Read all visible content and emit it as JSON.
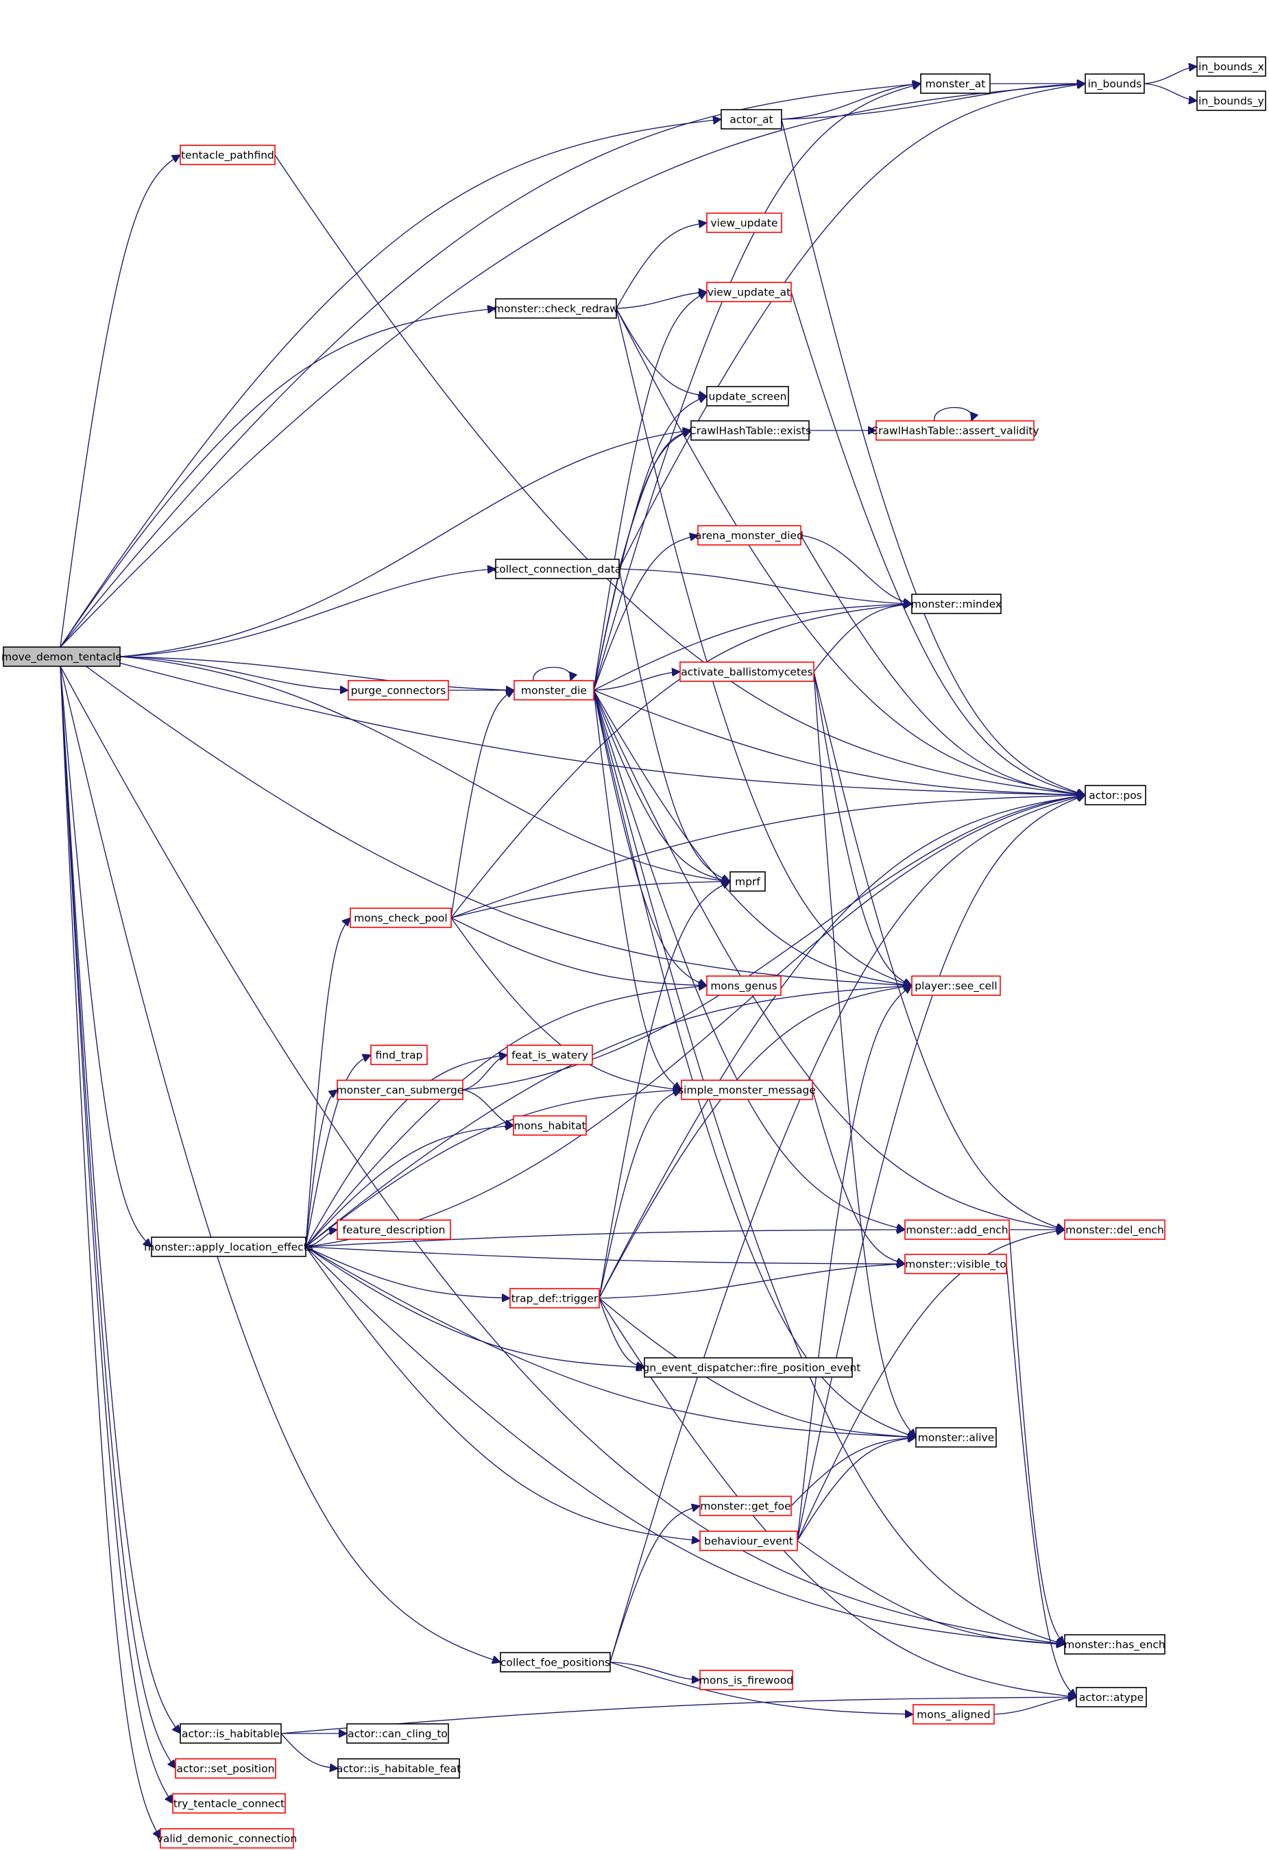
{
  "nodes": [
    {
      "id": "move_demon_tentacle",
      "label": "move_demon_tentacle",
      "border": "black",
      "fill": "#bfbfbf"
    },
    {
      "id": "in_bounds_x",
      "label": "in_bounds_x",
      "border": "black"
    },
    {
      "id": "in_bounds_y",
      "label": "in_bounds_y",
      "border": "black"
    },
    {
      "id": "in_bounds",
      "label": "in_bounds",
      "border": "black"
    },
    {
      "id": "monster_at",
      "label": "monster_at",
      "border": "black"
    },
    {
      "id": "actor_at",
      "label": "actor_at",
      "border": "black"
    },
    {
      "id": "tentacle_pathfind",
      "label": "tentacle_pathfind",
      "border": "red"
    },
    {
      "id": "view_update",
      "label": "view_update",
      "border": "red"
    },
    {
      "id": "view_update_at",
      "label": "view_update_at",
      "border": "red"
    },
    {
      "id": "check_redraw",
      "label": "monster::check_redraw",
      "border": "black"
    },
    {
      "id": "update_screen",
      "label": "update_screen",
      "border": "black"
    },
    {
      "id": "cht_exists",
      "label": "CrawlHashTable::exists",
      "border": "black"
    },
    {
      "id": "cht_assert",
      "label": "CrawlHashTable::assert_validity",
      "border": "red"
    },
    {
      "id": "arena_died",
      "label": "arena_monster_died",
      "border": "red"
    },
    {
      "id": "collect_conn",
      "label": "collect_connection_data",
      "border": "black"
    },
    {
      "id": "mindex",
      "label": "monster::mindex",
      "border": "black"
    },
    {
      "id": "activate_ballisto",
      "label": "activate_ballistomycetes",
      "border": "red"
    },
    {
      "id": "purge_connectors",
      "label": "purge_connectors",
      "border": "red"
    },
    {
      "id": "monster_die",
      "label": "monster_die",
      "border": "red"
    },
    {
      "id": "actor_pos",
      "label": "actor::pos",
      "border": "black"
    },
    {
      "id": "mprf",
      "label": "mprf",
      "border": "black"
    },
    {
      "id": "mons_check_pool",
      "label": "mons_check_pool",
      "border": "red"
    },
    {
      "id": "mons_genus",
      "label": "mons_genus",
      "border": "red"
    },
    {
      "id": "see_cell",
      "label": "player::see_cell",
      "border": "red"
    },
    {
      "id": "find_trap",
      "label": "find_trap",
      "border": "red"
    },
    {
      "id": "feat_is_watery",
      "label": "feat_is_watery",
      "border": "red"
    },
    {
      "id": "can_submerge",
      "label": "monster_can_submerge",
      "border": "red"
    },
    {
      "id": "simple_msg",
      "label": "simple_monster_message",
      "border": "red"
    },
    {
      "id": "mons_habitat",
      "label": "mons_habitat",
      "border": "red"
    },
    {
      "id": "feature_desc",
      "label": "feature_description",
      "border": "red"
    },
    {
      "id": "apply_loc",
      "label": "monster::apply_location_effects",
      "border": "black"
    },
    {
      "id": "add_ench",
      "label": "monster::add_ench",
      "border": "red"
    },
    {
      "id": "del_ench",
      "label": "monster::del_ench",
      "border": "red"
    },
    {
      "id": "visible_to",
      "label": "monster::visible_to",
      "border": "red"
    },
    {
      "id": "trap_trigger",
      "label": "trap_def::trigger",
      "border": "red"
    },
    {
      "id": "fire_pos_event",
      "label": "dgn_event_dispatcher::fire_position_event",
      "border": "black"
    },
    {
      "id": "alive",
      "label": "monster::alive",
      "border": "black"
    },
    {
      "id": "get_foe",
      "label": "monster::get_foe",
      "border": "red"
    },
    {
      "id": "behaviour_event",
      "label": "behaviour_event",
      "border": "red"
    },
    {
      "id": "has_ench",
      "label": "monster::has_ench",
      "border": "black"
    },
    {
      "id": "collect_foe",
      "label": "collect_foe_positions",
      "border": "black"
    },
    {
      "id": "firewood",
      "label": "mons_is_firewood",
      "border": "red"
    },
    {
      "id": "mons_aligned",
      "label": "mons_aligned",
      "border": "red"
    },
    {
      "id": "atype",
      "label": "actor::atype",
      "border": "black"
    },
    {
      "id": "is_habitable",
      "label": "actor::is_habitable",
      "border": "black"
    },
    {
      "id": "can_cling",
      "label": "actor::can_cling_to",
      "border": "black"
    },
    {
      "id": "set_position",
      "label": "actor::set_position",
      "border": "red"
    },
    {
      "id": "is_habitable_feat",
      "label": "actor::is_habitable_feat",
      "border": "black"
    },
    {
      "id": "try_connect",
      "label": "try_tentacle_connect",
      "border": "red"
    },
    {
      "id": "valid_conn",
      "label": "valid_demonic_connection",
      "border": "red"
    }
  ]
}
